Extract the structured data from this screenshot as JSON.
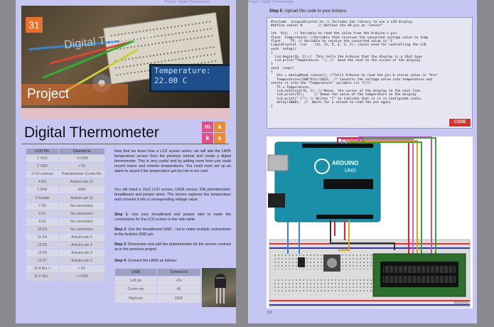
{
  "left_page": {
    "header": "Project: Digital Thermometer",
    "badge_number": "31",
    "hero_ghost_title": "Digital Thermome...",
    "lcd_line1": "Temperature:",
    "lcd_line2": "22.00 C",
    "project_label": "Project",
    "title": "Digital Thermometer",
    "make_letters": [
      "m",
      "a",
      "k",
      "e"
    ],
    "make_colors": [
      "#e94b8a",
      "#f08a2a",
      "#e94b8a",
      "#f08a2a"
    ],
    "pin_table": {
      "headers": [
        "LCD Pin",
        "Connect to"
      ],
      "rows": [
        [
          "1 VSS",
          "- 0 GND"
        ],
        [
          "2 VDD",
          "+ 5V"
        ],
        [
          "3 VO contrast",
          "Potentiometer Centre Pin"
        ],
        [
          "4 RS",
          "Arduino pin 12"
        ],
        [
          "5 R/W",
          "GND"
        ],
        [
          "6 Enable",
          "Arduino pin 11"
        ],
        [
          "7 D0",
          "No connection"
        ],
        [
          "8 D1",
          "No connection"
        ],
        [
          "9 D2",
          "No connection"
        ],
        [
          "10 D3",
          "No connection"
        ],
        [
          "11 D4",
          "Arduino pin 5"
        ],
        [
          "12 D5",
          "Arduino pin 4"
        ],
        [
          "13 D6",
          "Arduino pin 3"
        ],
        [
          "14 D7",
          "Arduino pin 2"
        ],
        [
          "15 A BcL +",
          "+ 5V"
        ],
        [
          "16 K BcL -",
          "- 0 GND"
        ]
      ]
    },
    "intro_paragraphs": [
      "Now that we know how a LCD screen works, we will add the LM35 temperature sensor from the previous tutorial and create a digital thermometer. This is very useful and by adding more lines you could record indoor and exterior temperatures. You could even set up an alarm to sound if the temperature got too hot or too cold.",
      "You will need a 16x2 LCD screen, LM35 sensor, 50k potentiometer, breadboard and jumper wires. The sensor captures the temperature and converts it into a corresponding voltage value."
    ],
    "steps": [
      {
        "label": "Step 1",
        "text": ": Use your breadboard and jumper wire to make the connections for the LCD screen in the side table."
      },
      {
        "label": "Step 2",
        "text": ": Use the breadboard GND - rail to make multiple connections to the Arduino GND pin."
      },
      {
        "label": "Step 3",
        "text": ": Remember and add the potentiometer for the screen contrast as in the previous project."
      },
      {
        "label": "Step 4",
        "text": ": Connect the LM35 as follows:"
      }
    ],
    "lm35_table": {
      "headers": [
        "LM35",
        "Connect to"
      ],
      "rows": [
        [
          "Left pin",
          "+5v"
        ],
        [
          "Centre pin",
          "A0"
        ],
        [
          "Right pin",
          "GND"
        ]
      ]
    },
    "chip_label": "LM35 DZ"
  },
  "right_page": {
    "header": "Project: Digital Thermometer",
    "step5_label": "Step 5",
    "step5_text": ": Upload this code to your Arduino.",
    "code_lines": [
      "#include  <LiquidCrystal.h> // Includes the library to use a LCD display",
      "#define sensor 0        // Defines the A0 pin as \"sensor\"",
      "",
      "int  Vin;   // Variable to read the value from the Arduino's pin",
      "float  Temperature; //Variable that receives the converted voltage value to temp",
      "float     TF; // Variable to receive the converted value in °C",
      "LiquidCrystal  lcd    (12, 11, 5, 4, 3, 2); //pins used for controlling the LCD",
      "void  setup()",
      "{",
      "  lcd.begin(16, 2);//  This tells the Arduino that the display is a 16x2 type",
      "  lcd.print(\"Temperature: \"); //  Send the text to the screen of the display.",
      "}",
      "void  loop()",
      "{",
      "   Vin = analogRead (sensor); //Tells Arduino to read the pin & stores value in \"Vin\"",
      "   Temperature=(500*Vin)/1023;  /* Converts the voltage value into temperature and",
      "stores it into the \"Temperature\" variable (in °C)*/",
      "   TF = Temperature;",
      "   lcd.setCursor(0, 1); // Moves  the cursor of the display to the next line",
      "   lcd.print(TF);     // Shows the value of the temperature on the display",
      "   lcd.print(\" C\"); // Writes \"C\" to indicate that it is in Centigrade scale.",
      "   delay(1000);  //  Waits for a second to read the pin again",
      "}"
    ],
    "code_button": "CODE",
    "arduino_brand": "ARDUINO",
    "arduino_model": "UNO",
    "lcd_label": "",
    "fritzing_label": "fritzing",
    "page_number": "122"
  },
  "colors": {
    "page_bg": "#c6c6f2",
    "accent_orange": "#e8702a",
    "code_red": "#e0302a",
    "arduino_teal": "#1a8fa8"
  }
}
